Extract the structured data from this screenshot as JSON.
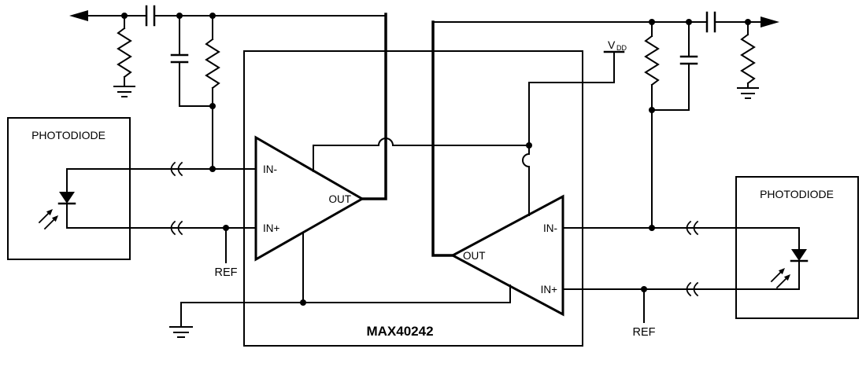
{
  "diagram": {
    "part_number": "MAX40242",
    "supply": {
      "v": "V",
      "dd": "DD"
    },
    "left_channel": {
      "photodiode_label": "PHOTODIODE",
      "ref_label": "REF",
      "amp": {
        "in_minus": "IN-",
        "in_plus": "IN+",
        "out": "OUT"
      }
    },
    "right_channel": {
      "photodiode_label": "PHOTODIODE",
      "ref_label": "REF",
      "amp": {
        "in_minus": "IN-",
        "in_plus": "IN+",
        "out": "OUT"
      }
    },
    "colors": {
      "wire": "#000000",
      "background": "#ffffff"
    }
  }
}
